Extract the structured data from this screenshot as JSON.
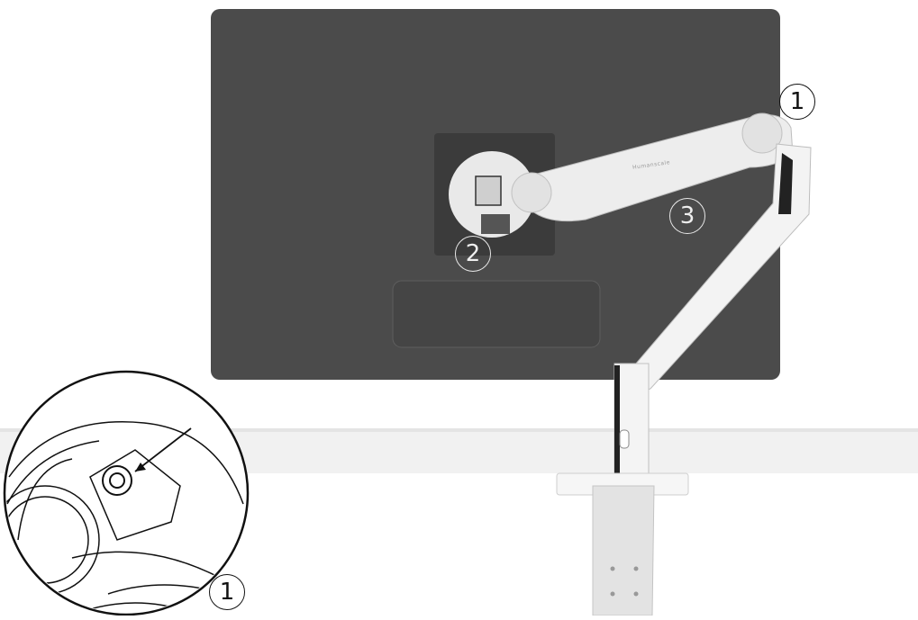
{
  "callouts": {
    "arm_pivot": "1",
    "mount_plate": "2",
    "upper_arm": "3",
    "detail_pivot": "1"
  },
  "brand_text": "Humanscale",
  "colors": {
    "monitor": "#4a4a4a",
    "vesa_plate": "#3c3c3c",
    "arm": "#ececec",
    "desk": "#f2f2f2"
  }
}
